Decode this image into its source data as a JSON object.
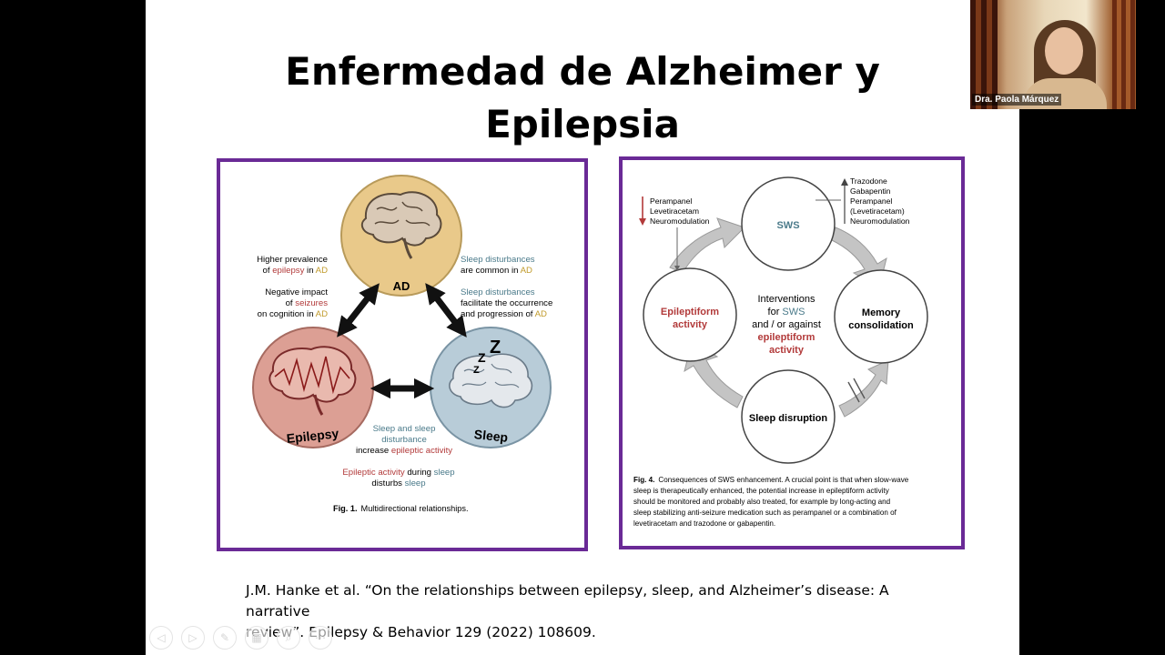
{
  "slide": {
    "title_line1": "Enfermedad de Alzheimer y",
    "title_line2": "Epilepsia",
    "citation_line1": "J.M. Hanke et al. “On the relationships between epilepsy, sleep, and Alzheimer’s disease: A narrative",
    "citation_line2": "review”. Epilepsy & Behavior 129 (2022) 108609."
  },
  "fig1": {
    "circle_ad": "AD",
    "circle_epilepsy": "Epilepsy",
    "circle_sleep": "Sleep",
    "left_a_l1": "Higher prevalence",
    "left_a_l2a": "of ",
    "left_a_l2b": "epilepsy",
    "left_a_l2c": " in ",
    "left_a_l2d": "AD",
    "left_b_l1": "Negative impact",
    "left_b_l2a": "of ",
    "left_b_l2b": "seizures",
    "left_b_l3a": "on cognition in ",
    "left_b_l3b": "AD",
    "right_a_l1": "Sleep disturbances",
    "right_a_l2a": "are common in ",
    "right_a_l2b": "AD",
    "right_b_l1": "Sleep disturbances",
    "right_b_l2": "facilitate the occurrence",
    "right_b_l3a": "and progression of ",
    "right_b_l3b": "AD",
    "bottom_a_l1": "Sleep and sleep",
    "bottom_a_l2": "disturbance",
    "bottom_a_l3a": "increase ",
    "bottom_a_l3b": "epileptic activity",
    "bottom_b_l1a": "Epileptic activity",
    "bottom_b_l1b": " during ",
    "bottom_b_l1c": "sleep",
    "bottom_b_l2a": "disturbs ",
    "bottom_b_l2b": "sleep",
    "sleep_z": "Z",
    "caption_bold": "Fig. 1.",
    "caption_text": "Multidirectional relationships."
  },
  "fig4": {
    "node_sws": "SWS",
    "node_epi_l1": "Epileptiform",
    "node_epi_l2": "activity",
    "node_mem_l1": "Memory",
    "node_mem_l2": "consolidation",
    "node_sleep": "Sleep disruption",
    "center_l1": "Interventions",
    "center_l2a": "for ",
    "center_l2b": "SWS",
    "center_l3": "and / or against",
    "center_l4": "epileptiform",
    "center_l5": "activity",
    "down_l1": "Perampanel",
    "down_l2": "Levetiracetam",
    "down_l3": "Neuromodulation",
    "up_l1": "Trazodone",
    "up_l2": "Gabapentin",
    "up_l3": "Perampanel",
    "up_l4": "(Levetiracetam)",
    "up_l5": "Neuromodulation",
    "caption_bold": "Fig. 4.",
    "caption_l1": "Consequences of SWS enhancement. A crucial point is that when slow-wave",
    "caption_l2": "sleep is therapeutically enhanced, the potential increase in epileptiform activity",
    "caption_l3": "should be monitored and probably also treated, for example by long-acting and",
    "caption_l4": "sleep stabilizing anti-seizure medication such as perampanel or a combination of",
    "caption_l5": "levetiracetam and trazodone or gabapentin."
  },
  "webcam": {
    "name": "Dra. Paola Márquez"
  },
  "controls": {
    "prev": "◁",
    "next": "▷",
    "pen": "✎",
    "slides": "▦",
    "zoom": "⌕",
    "more": "⋯"
  },
  "colors": {
    "frame": "#6a2a96",
    "ad_fill": "#e9c98a",
    "epilepsy_fill": "#dc9f94",
    "sleep_fill": "#b8ccd8",
    "red_text": "#b23a3a",
    "gold_text": "#c09a2a",
    "blue_text": "#4a7a8a",
    "arrow_gray": "#c4c4c4"
  }
}
